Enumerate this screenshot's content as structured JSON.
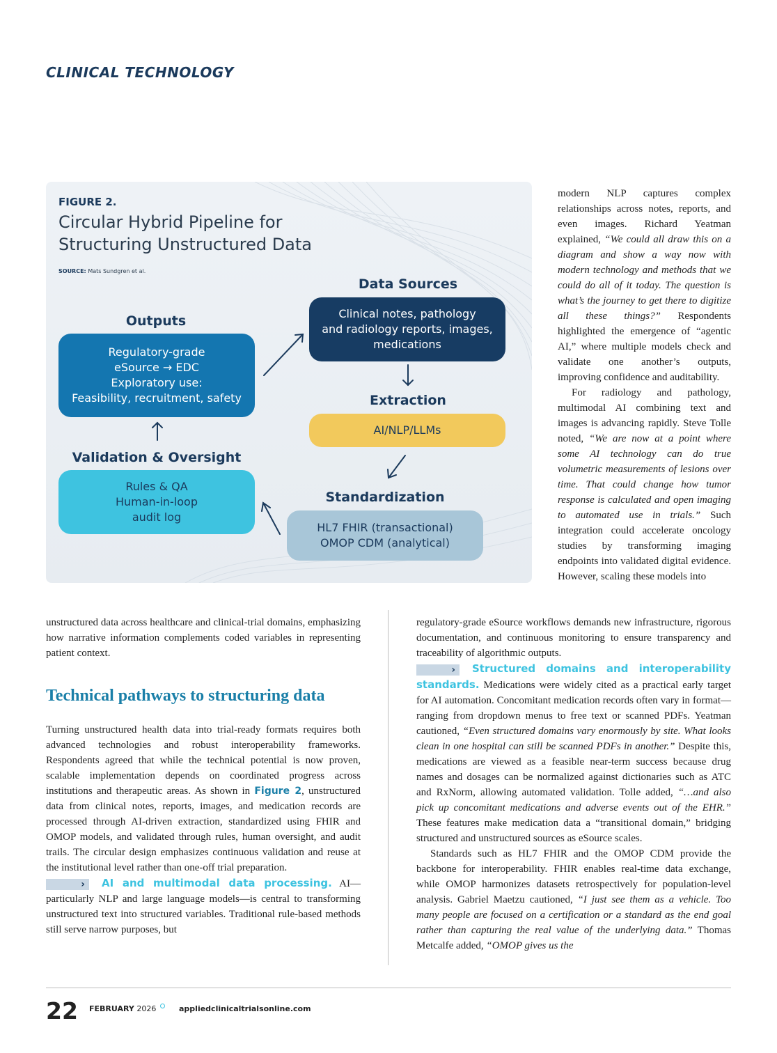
{
  "header": {
    "section": "CLINICAL TECHNOLOGY"
  },
  "figure": {
    "label": "FIGURE 2.",
    "title": "Circular Hybrid Pipeline for Structuring Unstructured Data",
    "source_label": "SOURCE:",
    "source_text": "Mats Sundgren et al.",
    "colors": {
      "outputs": "#1476b0",
      "sources": "#173c63",
      "extraction": "#f2c95c",
      "standardization": "#a8c6d8",
      "validation": "#3ec3e0"
    },
    "nodes": {
      "data_sources": {
        "title": "Data Sources",
        "lines": [
          "Clinical notes, pathology",
          "and radiology reports, images,",
          "medications"
        ]
      },
      "extraction": {
        "title": "Extraction",
        "lines": [
          "AI/NLP/LLMs"
        ]
      },
      "standardization": {
        "title": "Standardization",
        "lines": [
          "HL7 FHIR (transactional)",
          "OMOP CDM (analytical)"
        ]
      },
      "validation": {
        "title": "Validation & Oversight",
        "lines": [
          "Rules & QA",
          "Human-in-loop",
          "audit log"
        ]
      },
      "outputs": {
        "title": "Outputs",
        "lines": [
          "Regulatory-grade",
          "eSource → EDC",
          "Exploratory use:",
          "Feasibility, recruitment, safety"
        ]
      }
    }
  },
  "right_top": {
    "p1_a": "modern NLP captures complex relationships across notes, reports, and even images. Richard Yeatman explained, ",
    "p1_q": "“We could all draw this on a diagram and show a way now with modern technology and methods that we could do all of it today. The question is what’s the journey to get there to digitize all these things?”",
    "p1_b": " Respondents highlighted the emergence of “agentic AI,” where multiple models check and validate one another’s outputs, improving confidence and auditability.",
    "p2_a": "For radiology and pathology, multimodal AI combining text and images is advancing rapidly. Steve Tolle noted, ",
    "p2_q": "“We are now at a point where some AI technology can do true volumetric measurements of lesions over time. That could change how tumor response is calculated and open imaging to automated use in trials.”",
    "p2_b": " Such integration could accelerate oncology studies by transforming imaging endpoints into validated digital evidence. However, scaling these models into"
  },
  "left_col": {
    "p0": "unstructured data across healthcare and clinical-trial domains, emphasizing how narrative information complements coded variables in representing patient context.",
    "heading": "Technical pathways to structuring data",
    "p1_a": "Turning unstructured health data into trial-ready formats requires both advanced technologies and robust interoperability frameworks. Respondents agreed that while the technical potential is now proven, scalable implementation depends on coordinated progress across institutions and therapeutic areas. As shown in ",
    "p1_ref": "Figure 2",
    "p1_b": ", unstructured data from clinical notes, reports, images, and medication records are processed through AI-driven extraction, standardized using FHIR and OMOP models, and validated through rules, human oversight, and audit trails. The circular design emphasizes continuous validation and reuse at the institutional level rather than one-off trial preparation.",
    "runin": "AI and multimodal data processing.",
    "p2": " AI—particularly NLP and large language models—is central to transforming unstructured text into structured variables. Traditional rule-based methods still serve narrow purposes, but"
  },
  "right_col": {
    "p0": "regulatory-grade eSource workflows demands new infrastructure, rigorous documentation, and continuous monitoring to ensure transparency and traceability of algorithmic outputs.",
    "runin": "Structured domains and interoperability standards.",
    "p1_a": " Medications were widely cited as a practical early target for AI automation. Concomitant medication records often vary in format—ranging from dropdown menus to free text or scanned PDFs. Yeatman cautioned, ",
    "p1_q1": "“Even structured domains vary enormously by site. What looks clean in one hospital can still be scanned PDFs in another.”",
    "p1_b": " Despite this, medications are viewed as a feasible near-term success because drug names and dosages can be normalized against dictionaries such as ATC and RxNorm, allowing automated validation. Tolle added, ",
    "p1_q2": "“…and also pick up concomitant medications and adverse events out of the EHR.”",
    "p1_c": " These features make medication data a “transitional domain,” bridging structured and unstructured sources as eSource scales.",
    "p2_a": "Standards such as HL7 FHIR and the OMOP CDM provide the backbone for interoperability. FHIR enables real-time data exchange, while OMOP harmonizes datasets retrospectively for population-level analysis. Gabriel Maetzu cautioned, ",
    "p2_q": "“I just see them as a vehicle. Too many people are focused on a certification or a standard as the end goal rather than capturing the real value of the underlying data.”",
    "p2_b": " Thomas Metcalfe added, ",
    "p2_q2": "“OMOP gives us the"
  },
  "footer": {
    "page": "22",
    "month": "FEBRUARY",
    "year": "2026",
    "url": "appliedclinicaltrialsonline.com"
  }
}
